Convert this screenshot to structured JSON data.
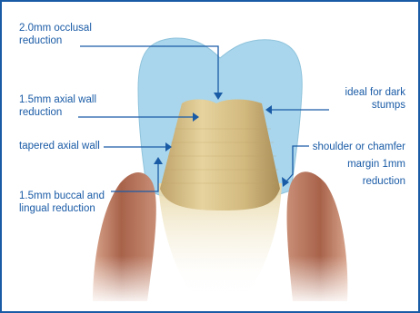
{
  "colors": {
    "frame": "#1a5ba6",
    "label_text": "#1a5ba6",
    "leader_line": "#1a5ba6",
    "crown_fill": "#a9d6ec",
    "tooth_stump": "#d9c38c",
    "gum": "#b06f55"
  },
  "labels": {
    "occlusal": {
      "line1": "2.0mm occlusal",
      "line2": "reduction"
    },
    "axial_wall": {
      "line1": "1.5mm axial wall",
      "line2": "reduction"
    },
    "tapered": {
      "line1": "tapered axial wall"
    },
    "buccal": {
      "line1": "1.5mm buccal and",
      "line2": "lingual reduction"
    },
    "dark_stumps": {
      "line1": "ideal for dark",
      "line2": "stumps"
    },
    "shoulder": {
      "line1": "shoulder or chamfer",
      "line2": "margin 1mm",
      "line3": "reduction"
    }
  }
}
